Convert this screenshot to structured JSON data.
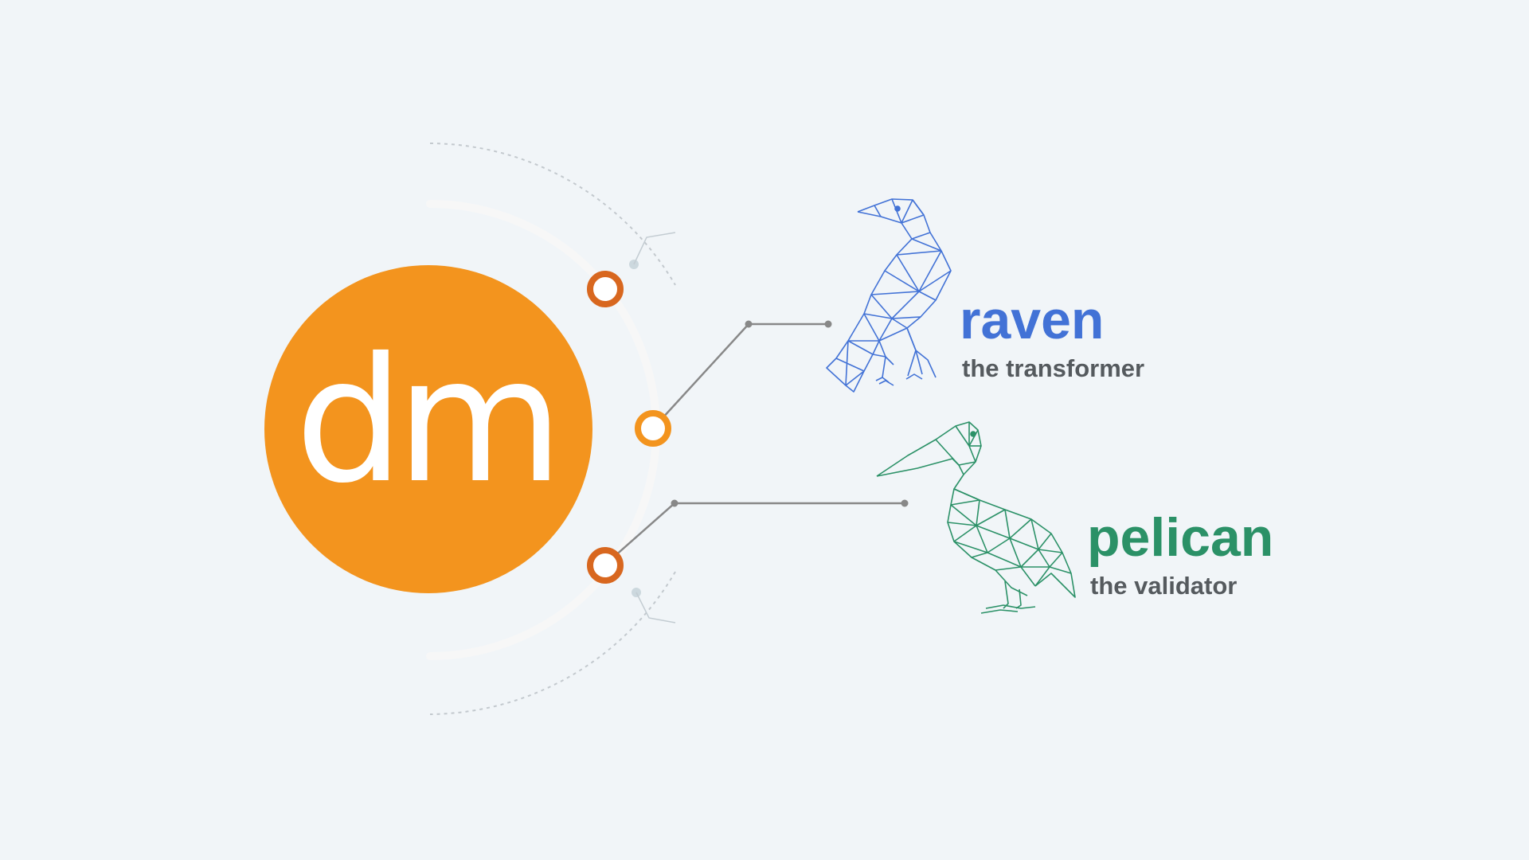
{
  "logo": {
    "text": "dm",
    "color": "#f3941e"
  },
  "nodes": [
    {
      "name": "raven",
      "subtitle": "the transformer",
      "color": "#4272d6",
      "icon": "raven-icon"
    },
    {
      "name": "pelican",
      "subtitle": "the validator",
      "color": "#2b9167",
      "icon": "pelican-icon"
    }
  ],
  "colors": {
    "background": "#f1f5f8",
    "connector": "#888888",
    "ring_dark": "#d8671f",
    "ring_light": "#f3941e"
  }
}
